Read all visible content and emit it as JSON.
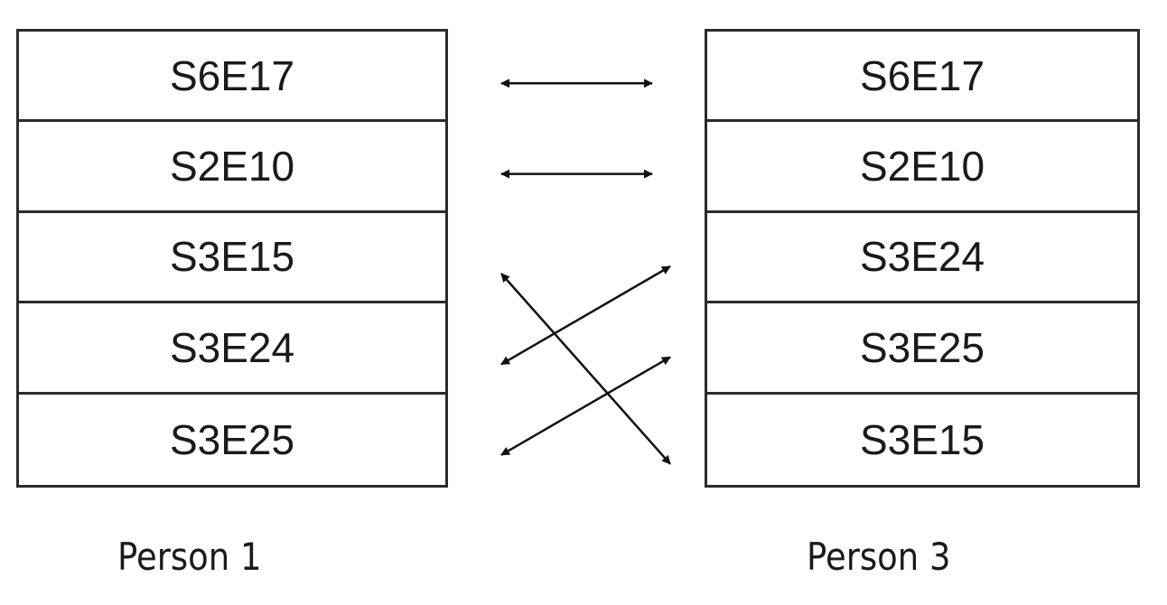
{
  "lists": [
    {
      "id": "person1",
      "caption": "Person 1",
      "items": [
        "S6E17",
        "S2E10",
        "S3E15",
        "S3E24",
        "S3E25"
      ]
    },
    {
      "id": "person3",
      "caption": "Person 3",
      "items": [
        "S6E17",
        "S2E10",
        "S3E24",
        "S3E25",
        "S3E15"
      ]
    }
  ],
  "links": [
    {
      "from": "S6E17",
      "to": "S6E17"
    },
    {
      "from": "S2E10",
      "to": "S2E10"
    },
    {
      "from": "S3E15",
      "to": "S3E15"
    },
    {
      "from": "S3E24",
      "to": "S3E24"
    },
    {
      "from": "S3E25",
      "to": "S3E25"
    }
  ]
}
